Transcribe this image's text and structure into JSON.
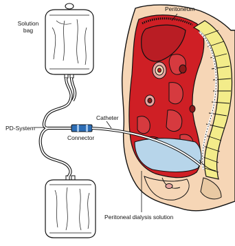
{
  "labels": {
    "solution_bag_line1": "Solution",
    "solution_bag_line2": "bag",
    "peritoneum": "Peritoneum",
    "catheter": "Catheter",
    "pd_system": "PD-System",
    "connector": "Connector",
    "peritoneal_dialysis_solution": "Peritoneal dialysis solution"
  },
  "colors": {
    "outline": "#111111",
    "tissue_red": "#cf1f25",
    "dark_red": "#8b1a1a",
    "flesh": "#f6d6b6",
    "spine_yellow": "#f3ec8a",
    "fluid_blue": "#b7d5ea",
    "connector_blue": "#2c6db5",
    "bag_fill": "#ffffff"
  }
}
